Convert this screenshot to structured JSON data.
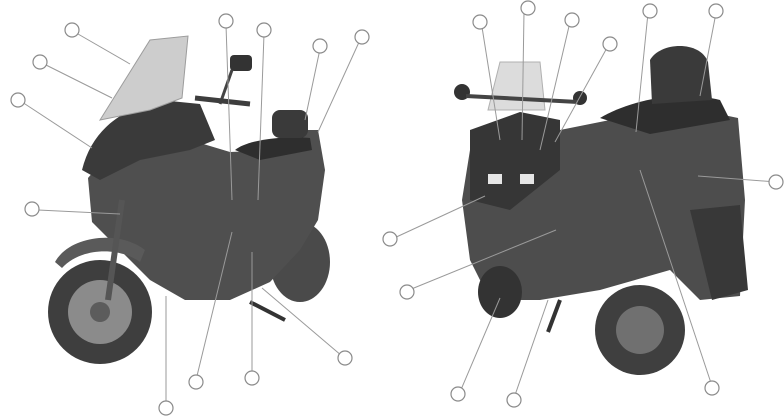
{
  "figure": {
    "left_view": {
      "description_icon": "motorcycle-left-side-view",
      "callouts": [
        {
          "id": "l1",
          "label": ""
        },
        {
          "id": "l2",
          "label": ""
        },
        {
          "id": "l3",
          "label": ""
        },
        {
          "id": "l4",
          "label": ""
        },
        {
          "id": "l5",
          "label": ""
        },
        {
          "id": "l6",
          "label": ""
        },
        {
          "id": "l7",
          "label": ""
        },
        {
          "id": "l8",
          "label": ""
        },
        {
          "id": "l9",
          "label": ""
        },
        {
          "id": "l10",
          "label": ""
        },
        {
          "id": "l11",
          "label": ""
        },
        {
          "id": "l12",
          "label": ""
        },
        {
          "id": "l13",
          "label": ""
        },
        {
          "id": "l14",
          "label": ""
        }
      ]
    },
    "right_view": {
      "description_icon": "motorcycle-right-side-view",
      "callouts": [
        {
          "id": "r1",
          "label": ""
        },
        {
          "id": "r2",
          "label": ""
        },
        {
          "id": "r3",
          "label": ""
        },
        {
          "id": "r4",
          "label": ""
        },
        {
          "id": "r5",
          "label": ""
        },
        {
          "id": "r6",
          "label": ""
        },
        {
          "id": "r7",
          "label": ""
        },
        {
          "id": "r8",
          "label": ""
        },
        {
          "id": "r9",
          "label": ""
        },
        {
          "id": "r10",
          "label": ""
        },
        {
          "id": "r11",
          "label": ""
        },
        {
          "id": "r12",
          "label": ""
        }
      ]
    }
  },
  "colors": {
    "line": "#9a9a9a",
    "circle_stroke": "#8a8a8a",
    "circle_fill": "#ffffff",
    "body_dark": "#3b3b3b",
    "body_mid": "#5a5a5a",
    "body_light": "#7a7a7a",
    "windshield": "#cfcfcf"
  }
}
